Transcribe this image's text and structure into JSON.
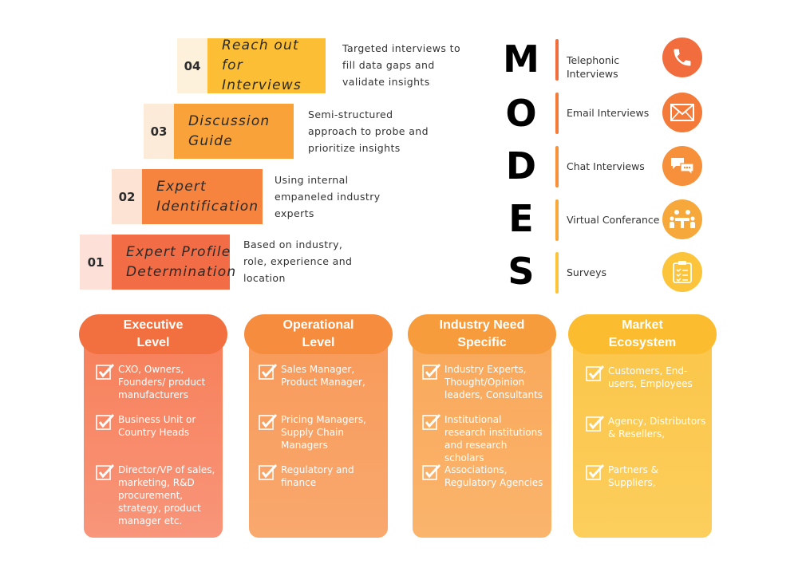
{
  "steps": [
    {
      "number": "04",
      "title_lines": [
        "Reach out for",
        "Interviews"
      ],
      "desc_lines": [
        "Targeted interviews to",
        "fill data gaps and",
        "validate insights"
      ]
    },
    {
      "number": "03",
      "title_lines": [
        "Discussion",
        "Guide"
      ],
      "desc_lines": [
        "Semi-structured",
        "approach to probe and",
        "prioritize insights"
      ]
    },
    {
      "number": "02",
      "title_lines": [
        "Expert",
        "Identification"
      ],
      "desc_lines": [
        "Using internal",
        "empaneled industry",
        "experts"
      ]
    },
    {
      "number": "01",
      "title_lines": [
        "Expert Profile",
        "Determination"
      ],
      "desc_lines": [
        "Based on industry,",
        "role, experience and",
        "location"
      ]
    }
  ],
  "modes": {
    "letters": [
      "M",
      "O",
      "D",
      "E",
      "S"
    ],
    "items": [
      {
        "label_lines": [
          "Telephonic",
          "Interviews"
        ],
        "icon": "phone-icon",
        "color": "#f26d3d"
      },
      {
        "label_lines": [
          "Email Interviews"
        ],
        "icon": "envelope-icon",
        "color": "#f47a3a"
      },
      {
        "label_lines": [
          "Chat Interviews"
        ],
        "icon": "chat-bubbles-icon",
        "color": "#f6903a"
      },
      {
        "label_lines": [
          "Virtual Conferance"
        ],
        "icon": "meeting-icon",
        "color": "#f7a83a"
      },
      {
        "label_lines": [
          "Surveys"
        ],
        "icon": "clipboard-checklist-icon",
        "color": "#fbc43a"
      }
    ]
  },
  "levels": [
    {
      "title_lines": [
        "Executive",
        "Level"
      ],
      "color": "#f26d3d",
      "items": [
        [
          "CXO, Owners,",
          "Founders/ product",
          "manufacturers"
        ],
        [
          "Business Unit or",
          "Country Heads"
        ],
        [
          "Director/VP of sales,",
          "marketing, R&D",
          "procurement,",
          "strategy, product",
          "manager etc."
        ]
      ]
    },
    {
      "title_lines": [
        "Operational",
        "Level"
      ],
      "color": "#f58a3a",
      "items": [
        [
          "Sales Manager,",
          "Product Manager,"
        ],
        [
          "Pricing Managers,",
          "Supply Chain",
          "Managers"
        ],
        [
          "Regulatory and",
          "finance"
        ]
      ]
    },
    {
      "title_lines": [
        "Industry Need",
        "Specific"
      ],
      "color": "#f79a3a",
      "items": [
        [
          "Industry Experts,",
          "Thought/Opinion",
          "leaders, Consultants"
        ],
        [
          "Institutional",
          "research institutions",
          "and research",
          "scholars"
        ],
        [
          "Associations,",
          "Regulatory Agencies"
        ]
      ]
    },
    {
      "title_lines": [
        "Market",
        "Ecosystem"
      ],
      "color": "#fbbd2f",
      "items": [
        [
          "Customers, End-",
          "users, Employees"
        ],
        [
          "Agency, Distributors",
          "& Resellers,"
        ],
        [
          "Partners &",
          "Suppliers,"
        ]
      ]
    }
  ]
}
